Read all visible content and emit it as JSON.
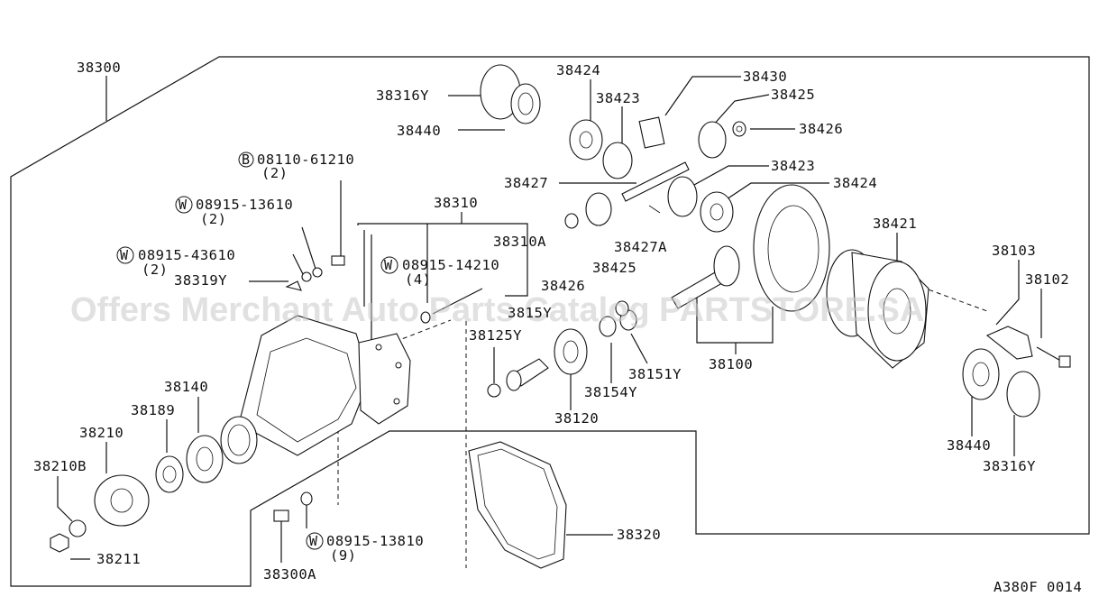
{
  "diagram": {
    "watermark": "Offers Merchant Auto Parts Catalog PARTSTORE.SA",
    "figure_code": "A380F 0014",
    "callouts": {
      "c38300": "38300",
      "c38316Y_top": "38316Y",
      "c38440_top": "38440",
      "c38424_top": "38424",
      "c38423_top": "38423",
      "c38430": "38430",
      "c38425_top": "38425",
      "c38426_top": "38426",
      "c38423_mid": "38423",
      "c38424_mid": "38424",
      "c38427": "38427",
      "c38427A": "38427A",
      "c38425_mid": "38425",
      "c38426_mid": "38426",
      "c38421": "38421",
      "c38103": "38103",
      "c38102": "38102",
      "c38310": "38310",
      "c38310A": "38310A",
      "c38125Y": "38125Y",
      "c38120": "38120",
      "c38154Y": "38154Y",
      "c38151Y": "38151Y",
      "c38100": "38100",
      "c38140": "38140",
      "c38189": "38189",
      "c38210": "38210",
      "c38210B": "38210B",
      "c38211": "38211",
      "c38300A": "38300A",
      "c38320": "38320",
      "c38440_bot": "38440",
      "c38316Y_bot": "38316Y",
      "c38319Y": "38319Y",
      "c_partial": "3815Y"
    },
    "fasteners": {
      "bolt_b": {
        "prefix": "B",
        "number": "08110-61210",
        "qty": "(2)"
      },
      "washer_w1": {
        "prefix": "W",
        "number": "08915-13610",
        "qty": "(2)"
      },
      "washer_w2": {
        "prefix": "W",
        "number": "08915-43610",
        "qty": "(2)"
      },
      "washer_w3": {
        "prefix": "W",
        "number": "08915-14210",
        "qty": "(4)"
      },
      "washer_w4": {
        "prefix": "W",
        "number": "08915-13810",
        "qty": "(9)"
      }
    }
  }
}
